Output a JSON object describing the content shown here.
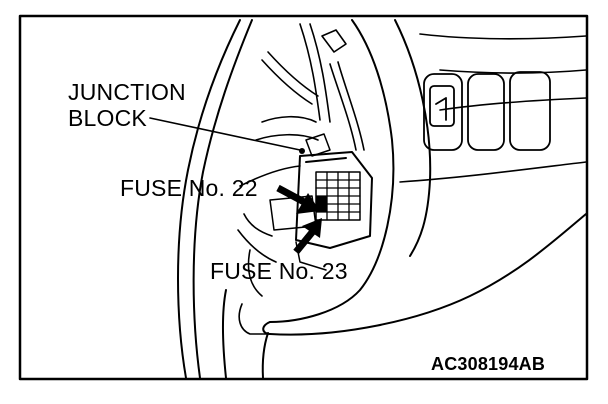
{
  "labels": {
    "junction_block_line1": "JUNCTION",
    "junction_block_line2": "BLOCK",
    "fuse_22": "FUSE No. 22",
    "fuse_23": "FUSE No. 23",
    "figure_code": "AC308194AB"
  },
  "colors": {
    "line": "#000000",
    "background": "#ffffff"
  }
}
